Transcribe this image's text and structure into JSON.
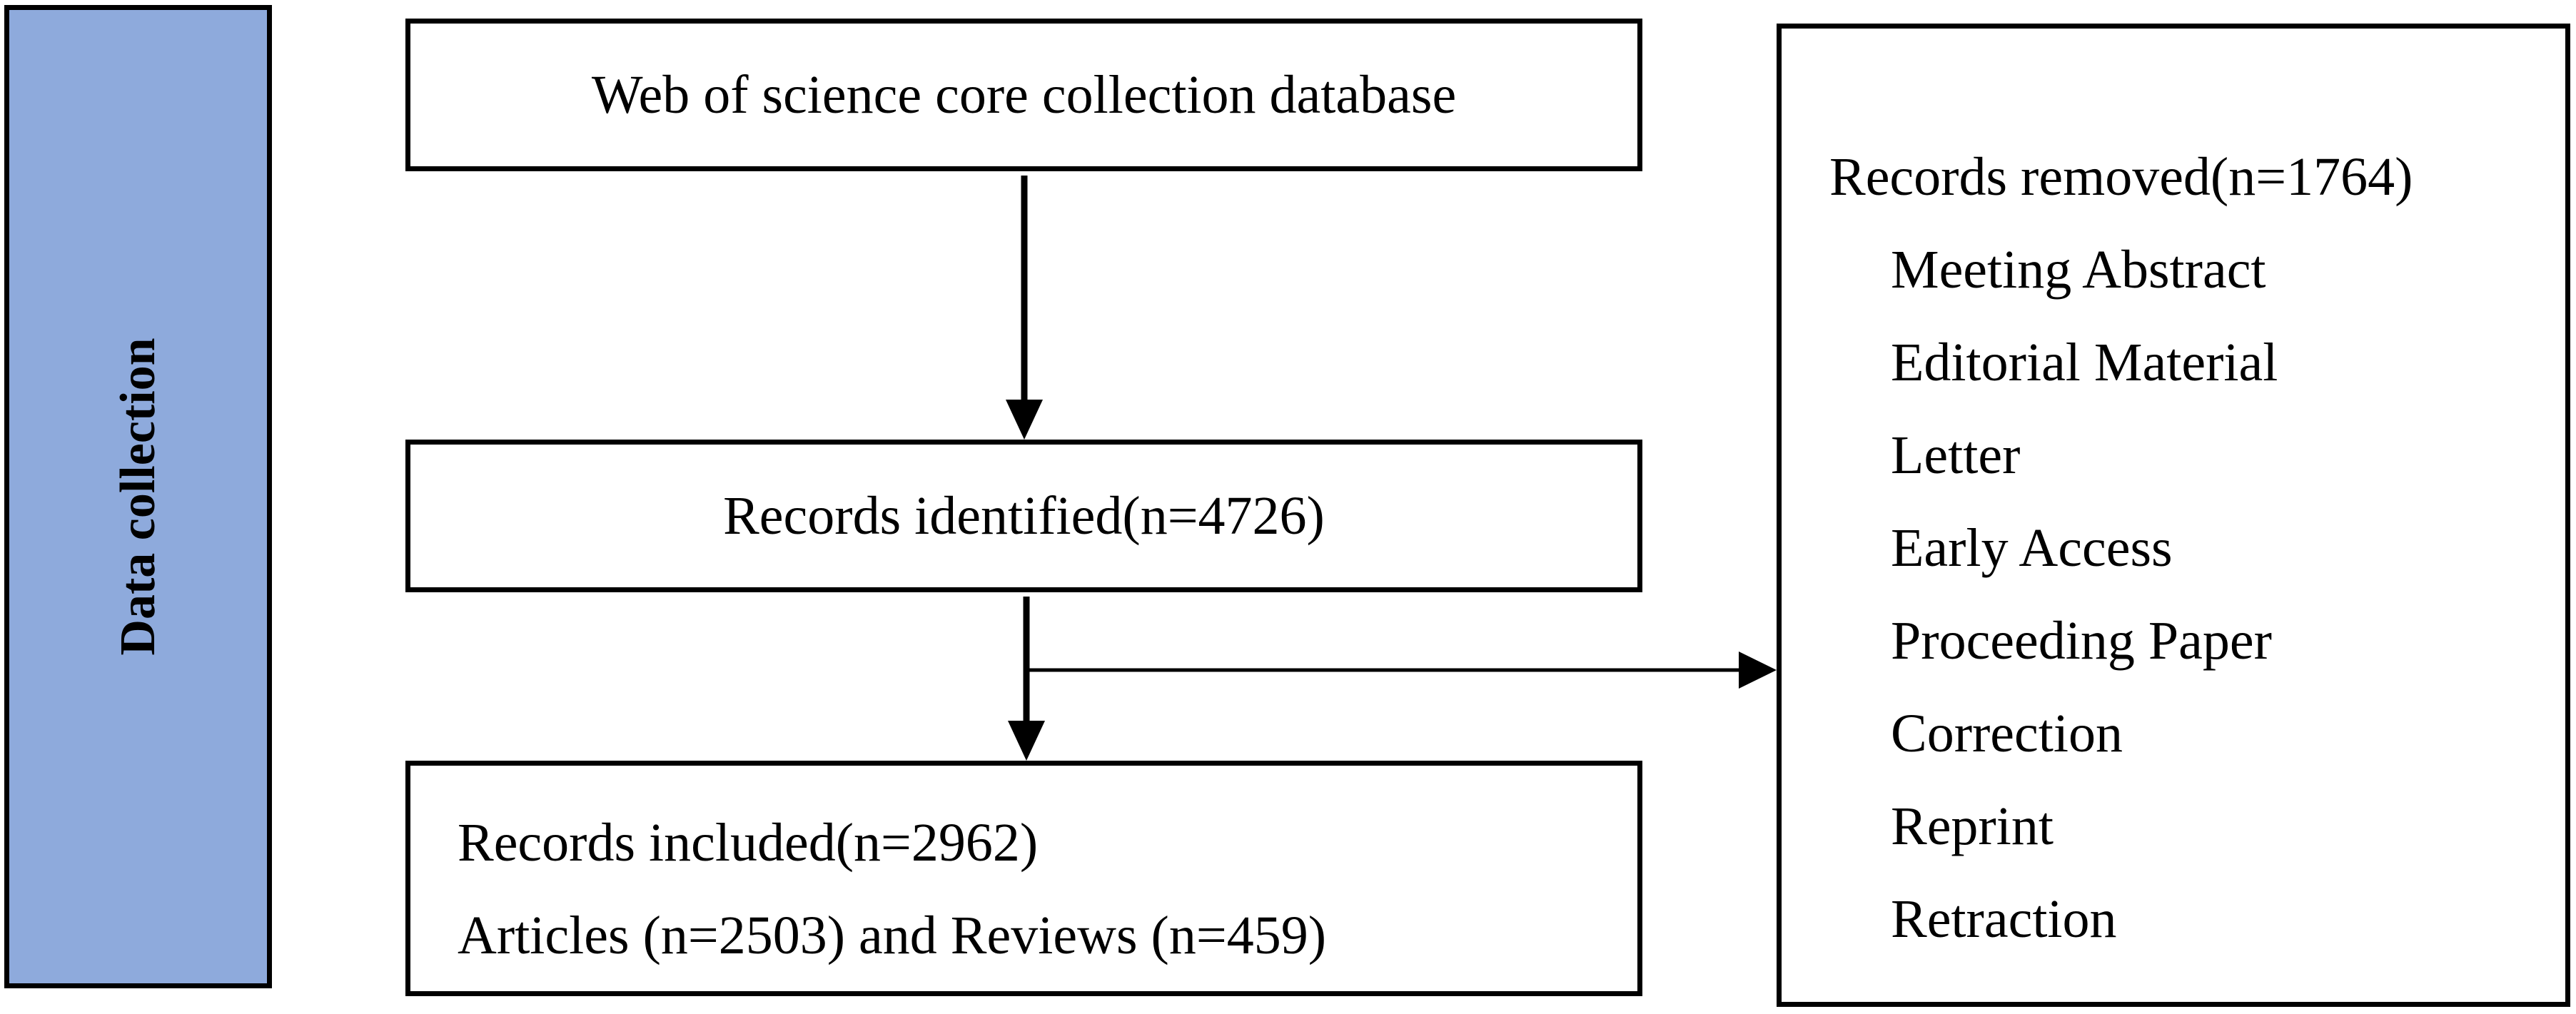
{
  "sidebar": {
    "label": "Data collection",
    "color": "#8eaadc"
  },
  "boxes": {
    "source": "Web of science core collection database",
    "identified": "Records identified(n=4726)",
    "included": {
      "line1": "Records included(n=2962)",
      "line2": "Articles (n=2503) and Reviews (n=459)"
    },
    "removed": {
      "title": "Records removed(n=1764)",
      "items": [
        "Meeting Abstract",
        "Editorial Material",
        "Letter",
        "Early Access",
        "Proceeding Paper",
        "Correction",
        "Reprint",
        "Retraction"
      ]
    }
  }
}
